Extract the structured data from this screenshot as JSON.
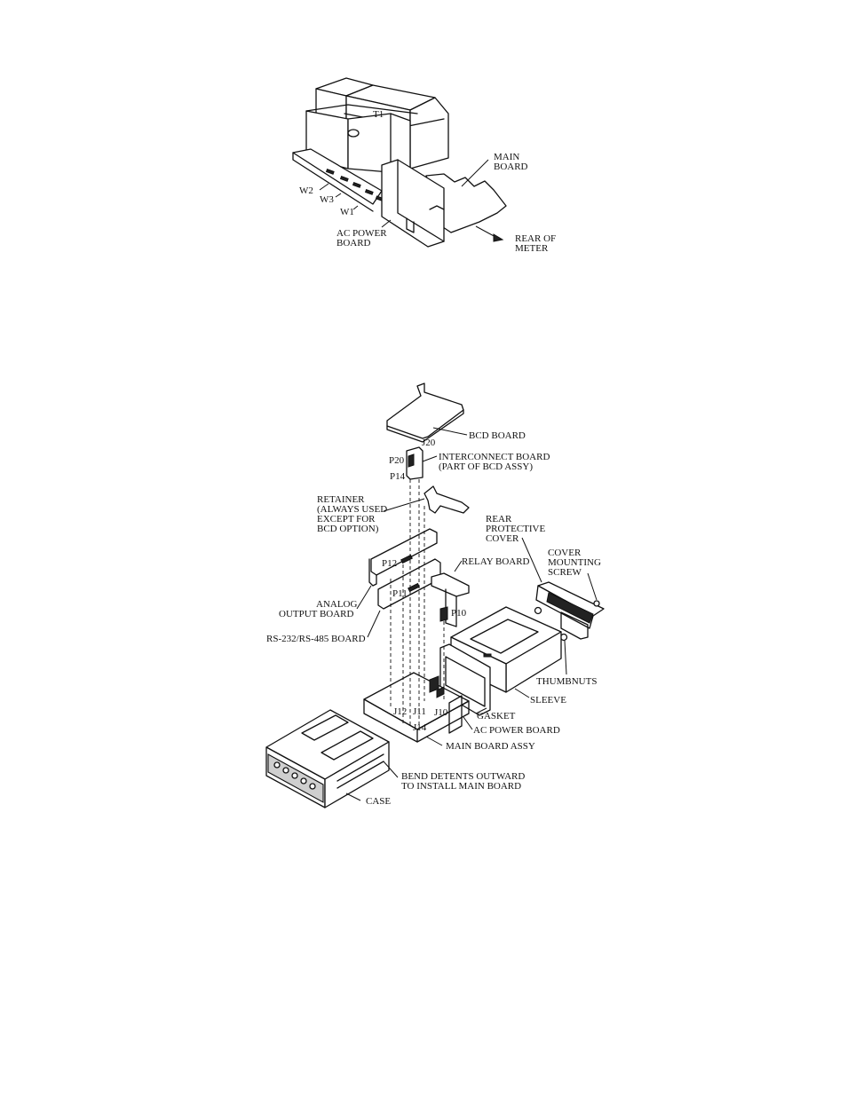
{
  "top_figure": {
    "labels": {
      "t1": "T1",
      "main_board": [
        "MAIN",
        "BOARD"
      ],
      "w2": "W2",
      "w3": "W3",
      "w1": "W1",
      "ac_power_board": [
        "AC POWER",
        "BOARD"
      ],
      "rear_of_meter": [
        "REAR OF",
        "METER"
      ]
    }
  },
  "bottom_figure": {
    "labels": {
      "bcd_board": "BCD BOARD",
      "j20": "J20",
      "p20": "P20",
      "p14": "P14",
      "interconnect_board": [
        "INTERCONNECT BOARD",
        "(PART OF BCD ASSY)"
      ],
      "retainer": [
        "RETAINER",
        "(ALWAYS USED",
        "EXCEPT FOR",
        "BCD OPTION)"
      ],
      "rear_protective_cover": [
        "REAR",
        "PROTECTIVE",
        "COVER"
      ],
      "cover_mounting_screw": [
        "COVER",
        "MOUNTING",
        "SCREW"
      ],
      "p12": "P12",
      "relay_board": "RELAY BOARD",
      "analog_output_board": [
        "ANALOG",
        "OUTPUT BOARD"
      ],
      "p11": "P11",
      "p10": "P10",
      "rs232_board": "RS-232/RS-485 BOARD",
      "thumbnuts": "THUMBNUTS",
      "sleeve": "SLEEVE",
      "j12": "J12",
      "j11": "J11",
      "j10": "J10",
      "j14": "J14",
      "gasket": "GASKET",
      "ac_power_board": "AC POWER BOARD",
      "main_board_assy": "MAIN BOARD ASSY",
      "bend_detents": [
        "BEND DETENTS OUTWARD",
        "TO INSTALL MAIN BOARD"
      ],
      "case": "CASE"
    }
  }
}
